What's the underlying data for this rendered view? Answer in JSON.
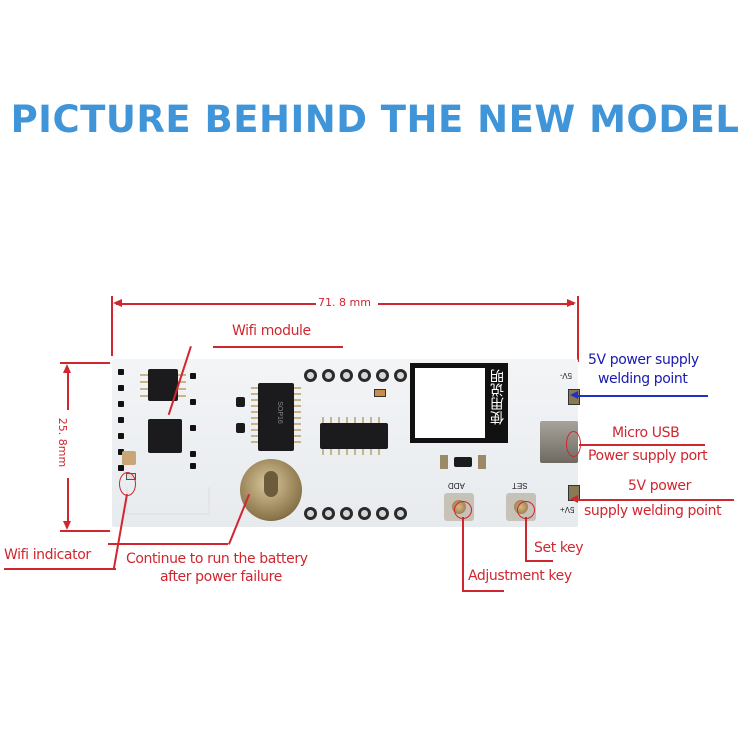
{
  "title": "PICTURE BEHIND THE NEW MODEL",
  "dimensions": {
    "width": "71. 8 mm",
    "height": "25. 8mm"
  },
  "labels": {
    "wifi_module": "Wifi module",
    "wifi_indicator": "Wifi indicator",
    "battery_line1": "Continue to run the battery",
    "battery_line2": "after power failure",
    "power_minus_line1": "5V power supply",
    "power_minus_line2": "welding point",
    "usb_line1": "Micro USB",
    "usb_line2": "Power supply port",
    "power_plus_line1": "5V power",
    "power_plus_line2": "supply welding point",
    "set_key": "Set key",
    "adjustment_key": "Adjustment key"
  },
  "board_marks": {
    "chip_text": "SOP16",
    "add_button": "ADD",
    "set_button": "SET",
    "neg_pad": "5V-",
    "pos_pad": "5V+",
    "display_text": "使用说明"
  },
  "colors": {
    "title": "#3f95d8",
    "annotation": "#d0262f",
    "annotation_blue": "#1a1ab0"
  }
}
